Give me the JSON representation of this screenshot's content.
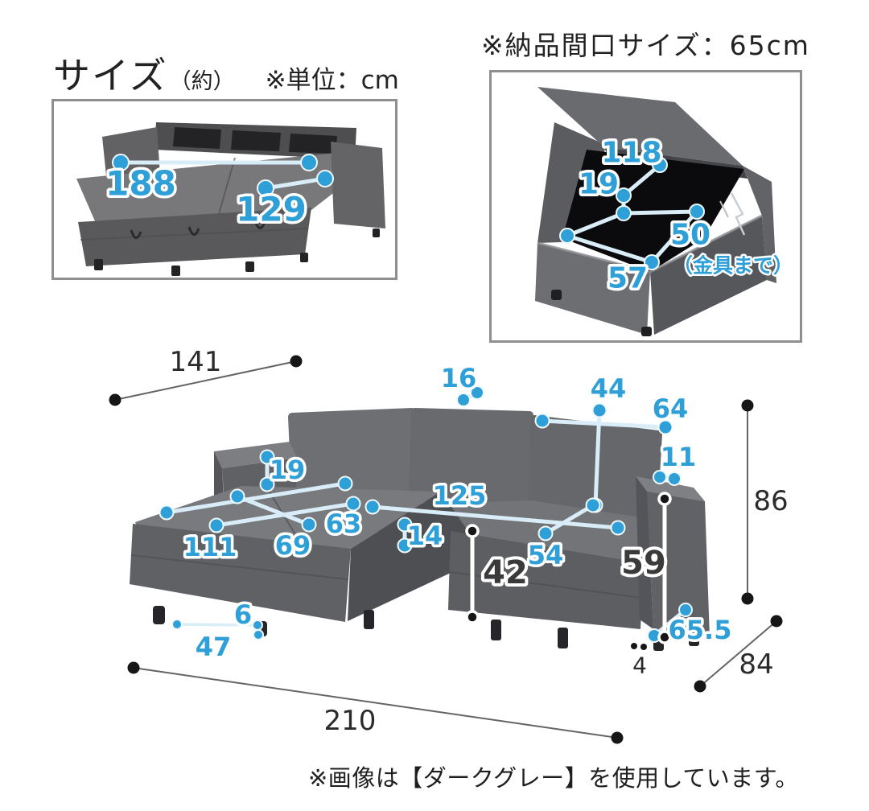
{
  "header": {
    "size_label": "サイズ",
    "approx_label": "（約）",
    "unit_label": "※単位：cm"
  },
  "delivery": {
    "note": "※納品間口サイズ：65cm"
  },
  "footer": {
    "note": "※画像は【ダークグレー】を使用しています。"
  },
  "bed_view": {
    "length": "188",
    "width": "129"
  },
  "storage_view": {
    "lid_length": "118",
    "opening_height": "19",
    "depth_to_bracket": "50",
    "bracket_note": "（金具まで）",
    "inner_width": "57"
  },
  "main_view": {
    "back_width": "141",
    "cushion_thickness_top": "16",
    "back_cushion_height": "44",
    "back_cushion_width": "64",
    "armrest_width": "11",
    "armrest_to_seat": "19",
    "seat_width": "125",
    "chaise_seat_depth": "63",
    "chaise_width": "69",
    "chaise_length": "111",
    "seat_cushion_thickness": "14",
    "seat_depth": "54",
    "seat_height": "42",
    "armrest_height": "59",
    "total_height": "86",
    "leg_height": "6",
    "leg_span": "47",
    "front_diag_depth": "65.5",
    "leg_gap": "4",
    "total_depth": "84",
    "total_width": "210"
  },
  "colors": {
    "dim_blue": "#2f9fd8",
    "dim_dark": "#2b2b2b",
    "pale_line": "#d8edf8",
    "box_border": "#8f8f8f"
  }
}
